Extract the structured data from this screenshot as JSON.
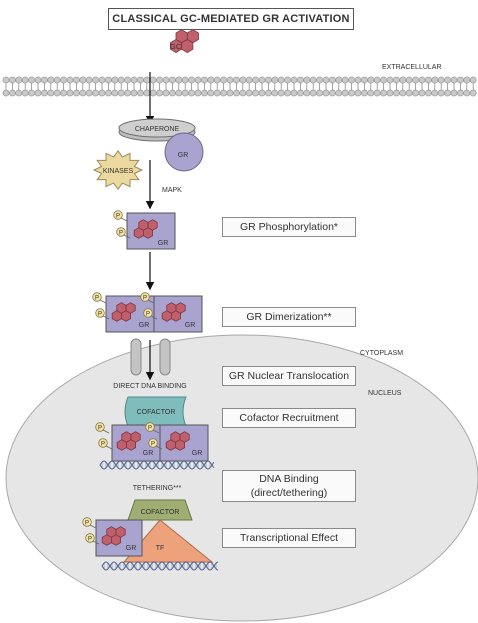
{
  "title": "CLASSICAL GC-MEDIATED GR ACTIVATION",
  "labels": {
    "gc": "GC",
    "extracellular": "EXTRACELLULAR",
    "chaperone": "CHAPERONE",
    "gr": "GR",
    "kinases": "KINASES",
    "mapk": "MAPK",
    "cytoplasm": "CYTOPLASM",
    "nucleus": "NUCLEUS",
    "direct_dna_binding": "DIRECT DNA BINDING",
    "cofactor": "COFACTOR",
    "tethering": "TETHERING***",
    "tf": "TF",
    "p": "P"
  },
  "stages": {
    "phosphorylation": "GR Phosphorylation*",
    "dimerization": "GR Dimerization**",
    "nuclear_translocation": "GR Nuclear Translocation",
    "cofactor_recruitment": "Cofactor Recruitment",
    "dna_binding_line1": "DNA Binding",
    "dna_binding_line2": "(direct/tethering)",
    "transcriptional_effect": "Transcriptional Effect"
  },
  "colors": {
    "membrane": "#c9c9c9",
    "membrane_dark": "#8f8f8f",
    "nucleus_fill": "#e6e6e6",
    "gr_fill": "#a9a3cf",
    "gc_fill": "#c0606c",
    "chaperone_fill": "#b9b9b9",
    "kinase_fill": "#ecd9a0",
    "cofactor_fill_1": "#7fbcbc",
    "cofactor_fill_2": "#9fae72",
    "tf_fill": "#eea27c",
    "phospho_fill": "#f3e3a5"
  }
}
